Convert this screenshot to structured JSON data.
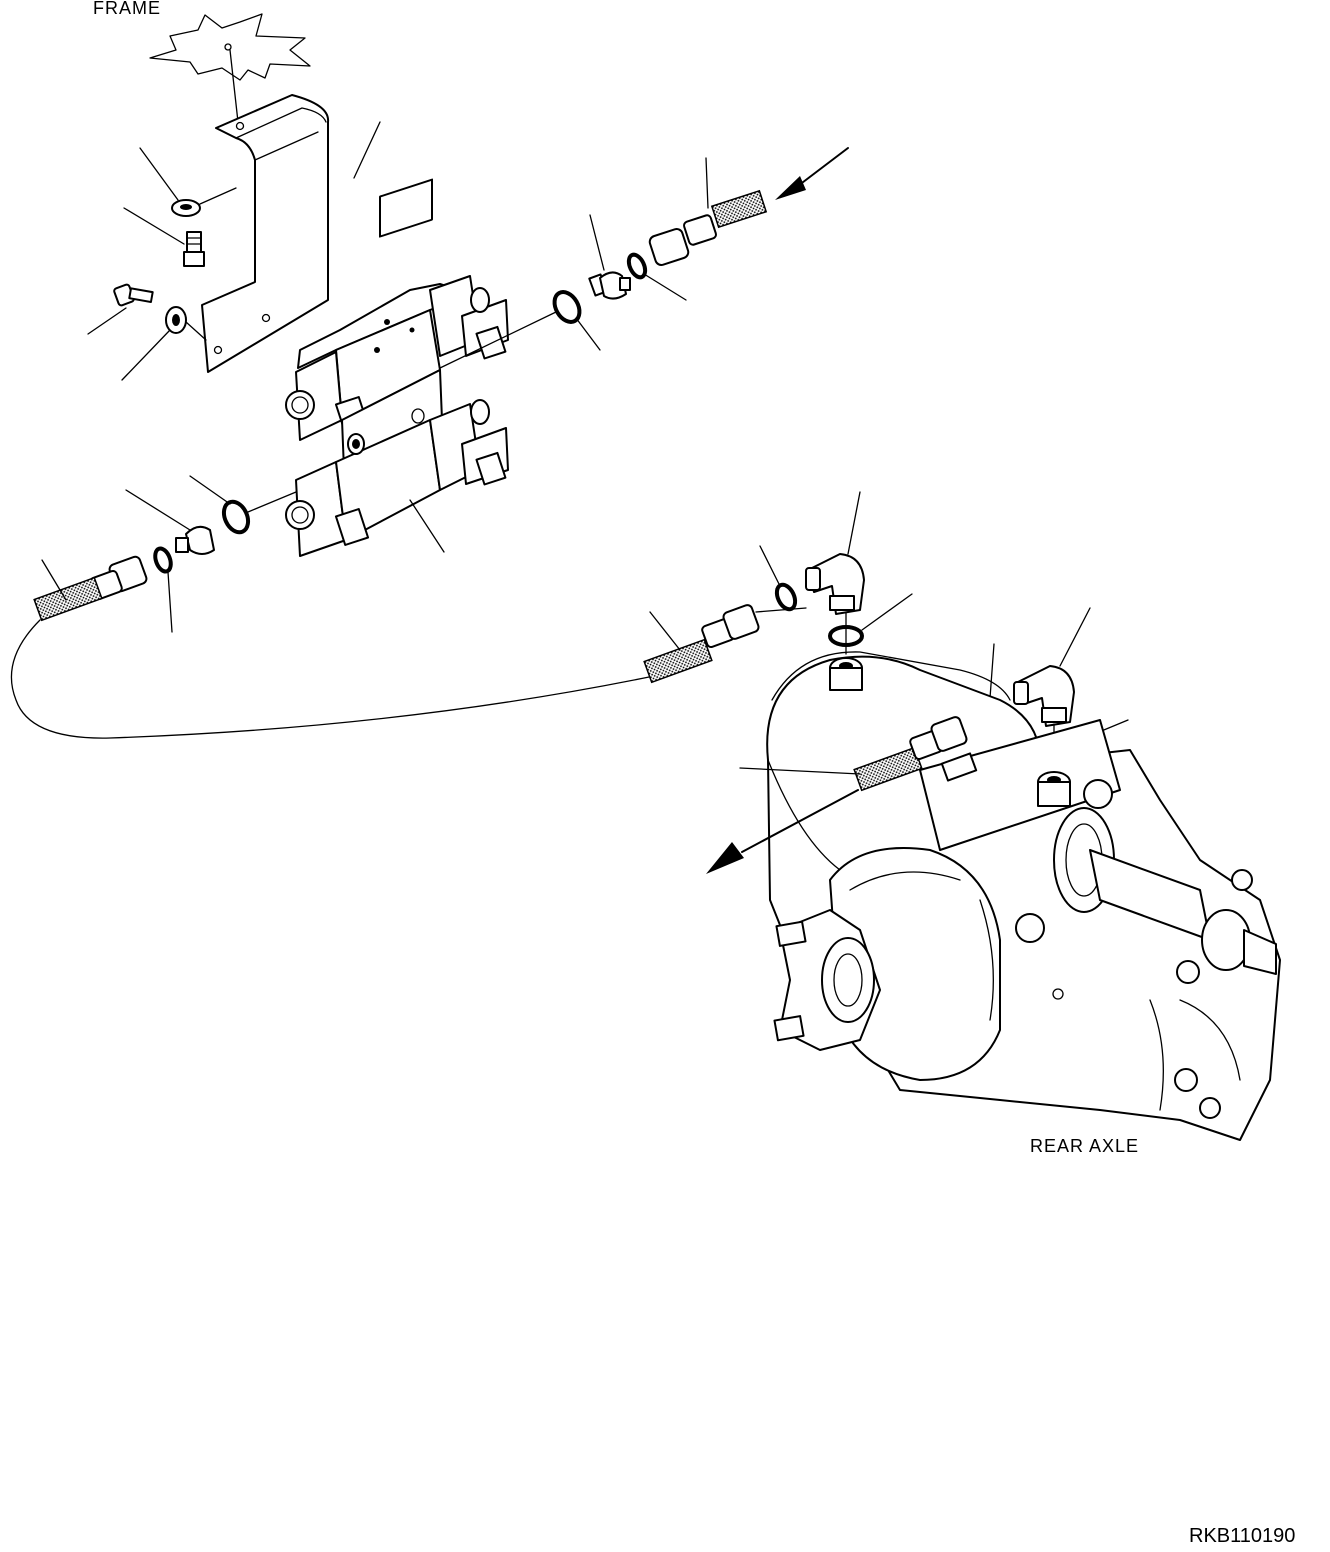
{
  "diagram": {
    "labels": {
      "frame": "FRAME",
      "rear_axle": "REAR AXLE",
      "drawing_code": "RKB110190"
    }
  }
}
